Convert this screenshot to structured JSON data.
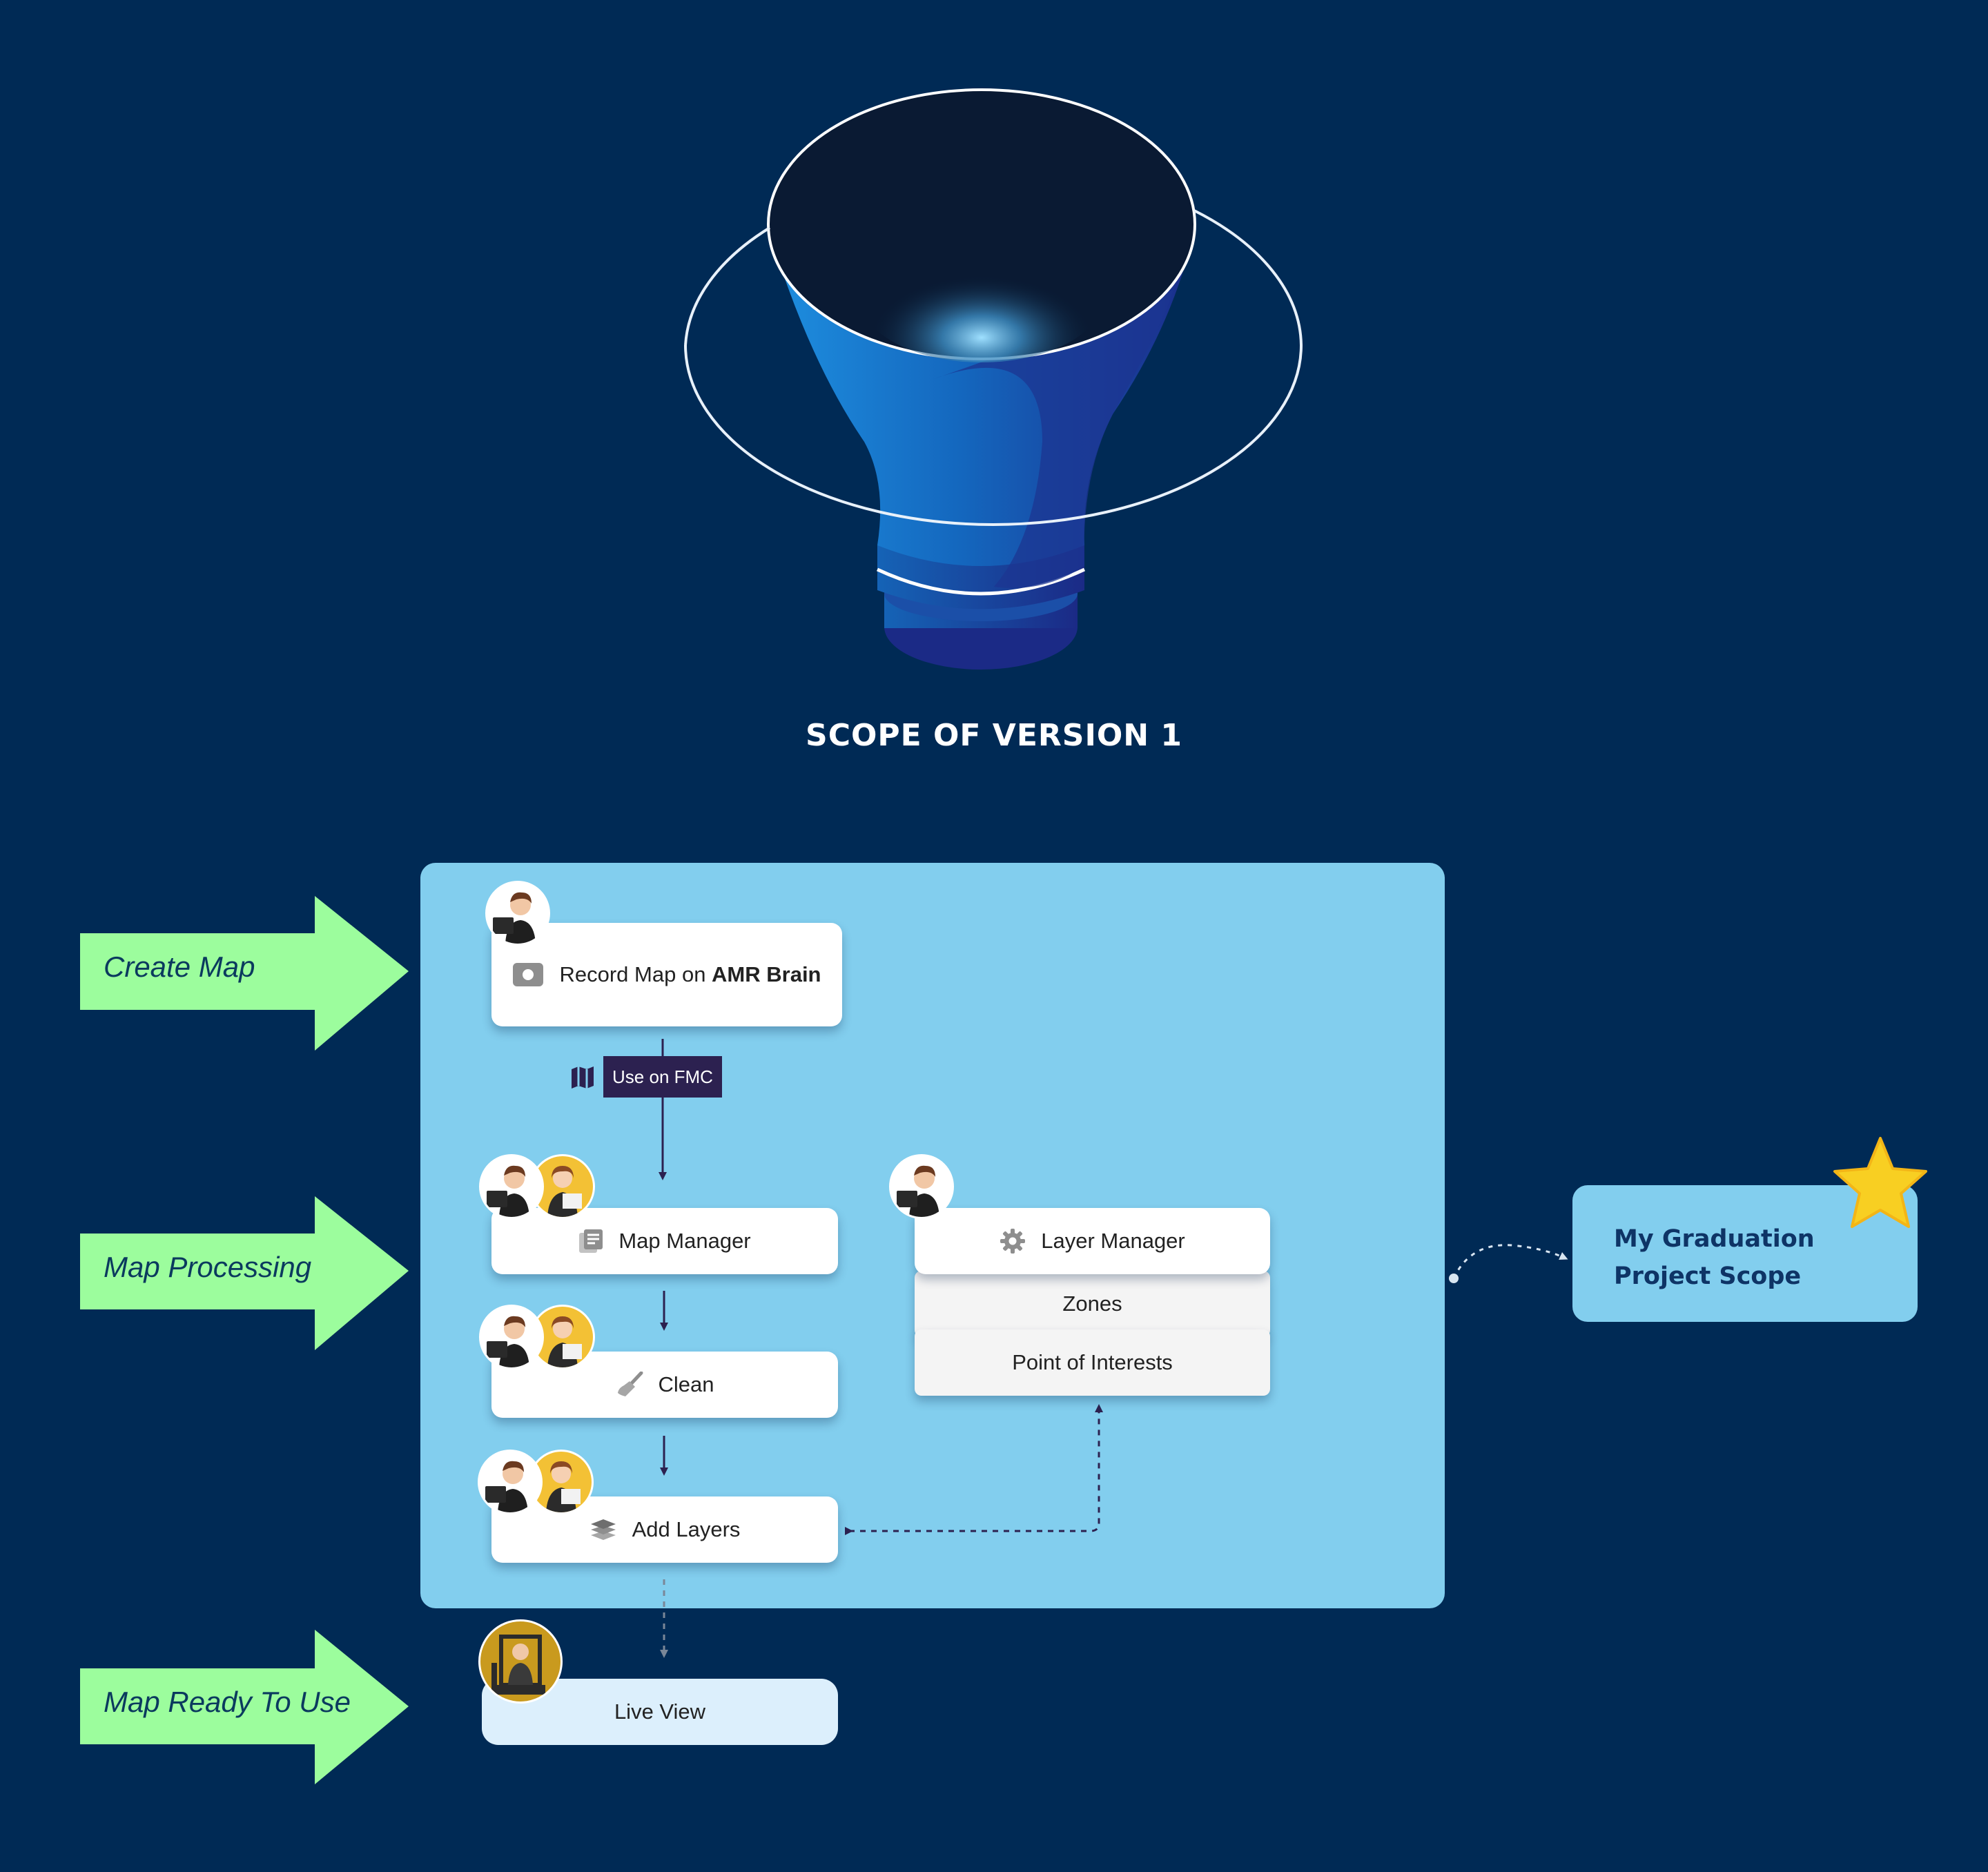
{
  "title": "SCOPE OF VERSION 1",
  "stages": [
    {
      "label": "Create Map"
    },
    {
      "label": "Map Processing"
    },
    {
      "label": "Map Ready To Use"
    }
  ],
  "cards": {
    "record": {
      "prefix": "Record Map on ",
      "bold": "AMR Brain",
      "icon": "camera-icon"
    },
    "map_manager": {
      "label": "Map Manager",
      "icon": "document-icon"
    },
    "clean": {
      "label": "Clean",
      "icon": "broom-icon"
    },
    "add_layers": {
      "label": "Add Layers",
      "icon": "layers-icon"
    },
    "layer_manager": {
      "label": "Layer Manager",
      "icon": "gear-icon"
    },
    "zones": {
      "label": "Zones"
    },
    "poi": {
      "label": "Point of Interests"
    },
    "live_view": {
      "label": "Live View"
    }
  },
  "edge_label": {
    "text": "Use on FMC",
    "icon": "map-icon"
  },
  "graduation": {
    "line1": "My Graduation",
    "line2": "Project Scope",
    "icon": "star-icon"
  },
  "colors": {
    "background": "#002A55",
    "scope_box": "#82CEEE",
    "stage_arrow": "#9CFD9D",
    "edge_tag": "#2C2150",
    "live_view": "#DCEFFC"
  }
}
